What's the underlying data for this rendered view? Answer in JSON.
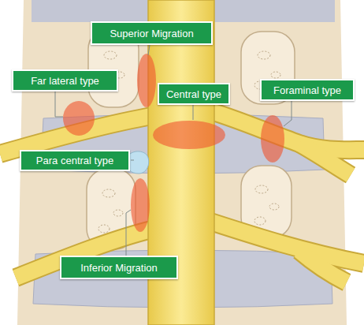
{
  "diagram": {
    "nodes": [
      {
        "text": [
          "Superior Migration"
        ]
      },
      {
        "text": [
          "Far lateral type"
        ]
      },
      {
        "text": [
          "Central type"
        ]
      },
      {
        "text": [
          "Foraminal type"
        ]
      },
      {
        "text": [
          "Para central type"
        ]
      },
      {
        "text": [
          "Inferior Migration"
        ]
      }
    ]
  }
}
